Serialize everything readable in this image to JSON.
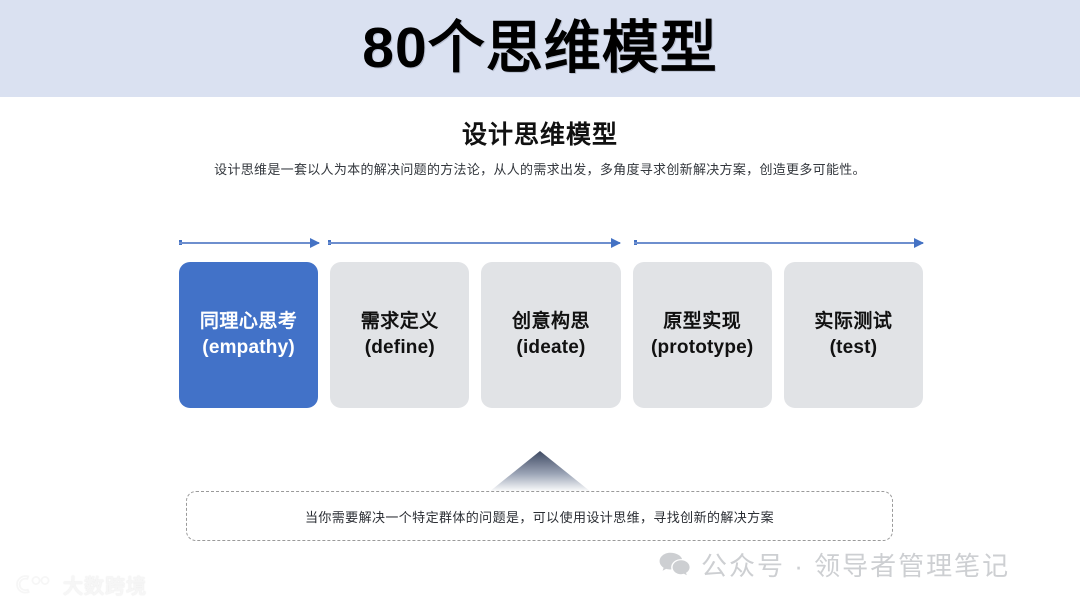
{
  "header": {
    "title": "80个思维模型",
    "band_color": "#dae1f1"
  },
  "section": {
    "title": "设计思维模型",
    "description": "设计思维是一套以人为本的解决问题的方法论，从人的需求出发，多角度寻求创新解决方案，创造更多可能性。"
  },
  "arrows": [
    {
      "name": "arrow-stage-1"
    },
    {
      "name": "arrow-stage-2-3"
    },
    {
      "name": "arrow-stage-4-5"
    }
  ],
  "cards": [
    {
      "cn": "同理心思考",
      "en": "(empathy)",
      "style": "blue",
      "bg": "#4272c8",
      "fg": "#ffffff"
    },
    {
      "cn": "需求定义",
      "en": "(define)",
      "style": "gray",
      "bg": "#e1e3e6",
      "fg": "#111111"
    },
    {
      "cn": "创意构思",
      "en": "(ideate)",
      "style": "gray",
      "bg": "#e1e3e6",
      "fg": "#111111"
    },
    {
      "cn": "原型实现",
      "en": "(prototype)",
      "style": "gray",
      "bg": "#e1e3e6",
      "fg": "#111111"
    },
    {
      "cn": "实际测试",
      "en": "(test)",
      "style": "gray",
      "bg": "#e1e3e6",
      "fg": "#111111"
    }
  ],
  "callout": {
    "text": "当你需要解决一个特定群体的问题是，可以使用设计思维，寻找创新的解决方案"
  },
  "watermarks": {
    "brand": {
      "icon": "wechat-icon",
      "text": "公众号 · 领导者管理笔记",
      "color": "#cdcfd2"
    },
    "logo": {
      "text": "大数跨境",
      "color": "#f4f4f4"
    }
  }
}
